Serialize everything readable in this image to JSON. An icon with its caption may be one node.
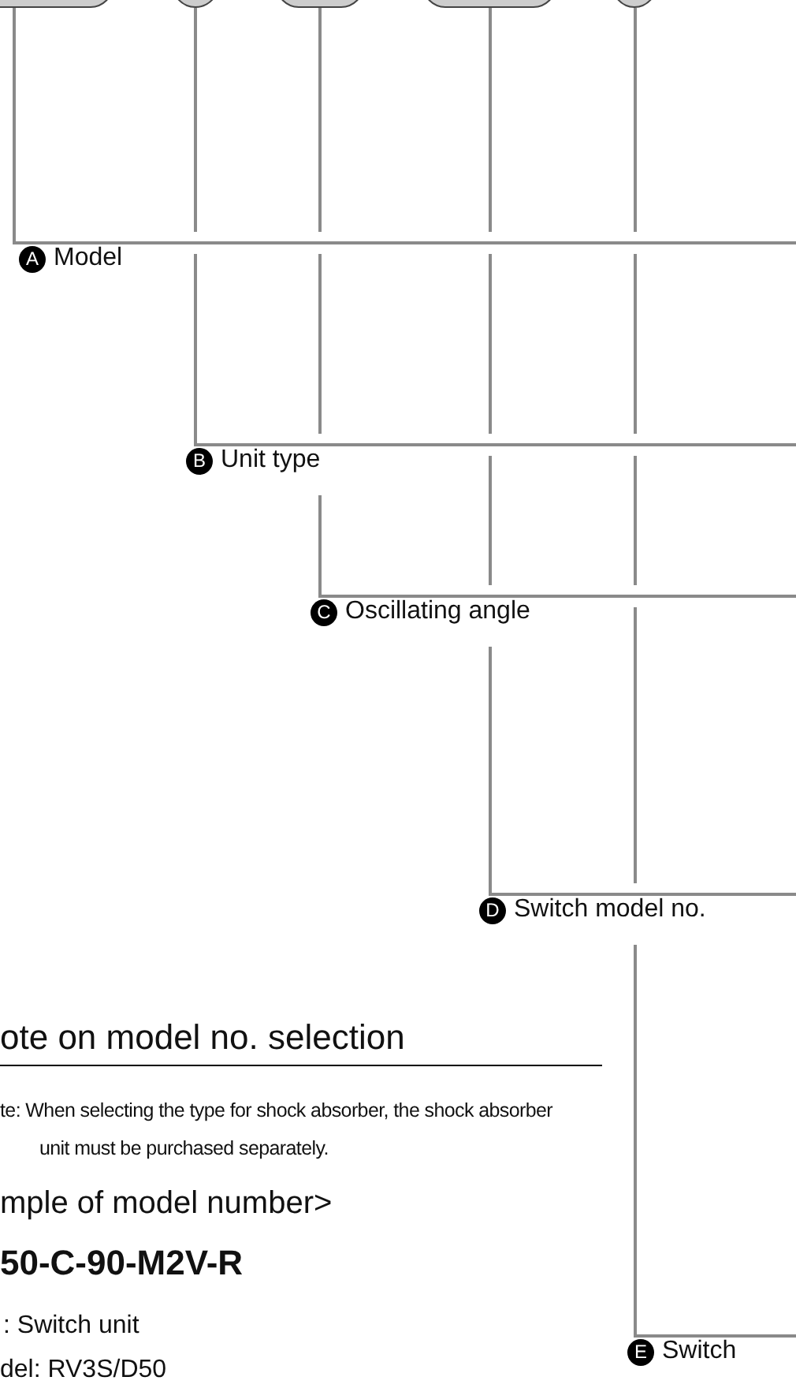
{
  "diagram": {
    "nodes": [
      {
        "text": [],
        "shape": "box"
      },
      {
        "text": [],
        "shape": "circle"
      },
      {
        "text": [],
        "shape": "box"
      },
      {
        "text": [],
        "shape": "box"
      },
      {
        "text": [],
        "shape": "circle"
      }
    ],
    "edges": [
      {
        "from": 0,
        "to": null,
        "arrow": "none"
      },
      {
        "from": 1,
        "to": null,
        "arrow": "none"
      },
      {
        "from": 2,
        "to": null,
        "arrow": "none"
      },
      {
        "from": 3,
        "to": null,
        "arrow": "none"
      },
      {
        "from": 4,
        "to": null,
        "arrow": "none"
      }
    ],
    "labels": [
      "A",
      "Model",
      "B",
      "Unit type",
      "C",
      "Oscillating angle",
      "D",
      "Switch model no.",
      "E",
      "Switch",
      "ote on model no. selection",
      "te: When selecting the type for shock absorber, the shock absorber unit must be purchased separately.",
      "mple of model number>",
      "50-C-90-M2V-R",
      ": Switch unit",
      "del: RV3S/D50"
    ]
  }
}
